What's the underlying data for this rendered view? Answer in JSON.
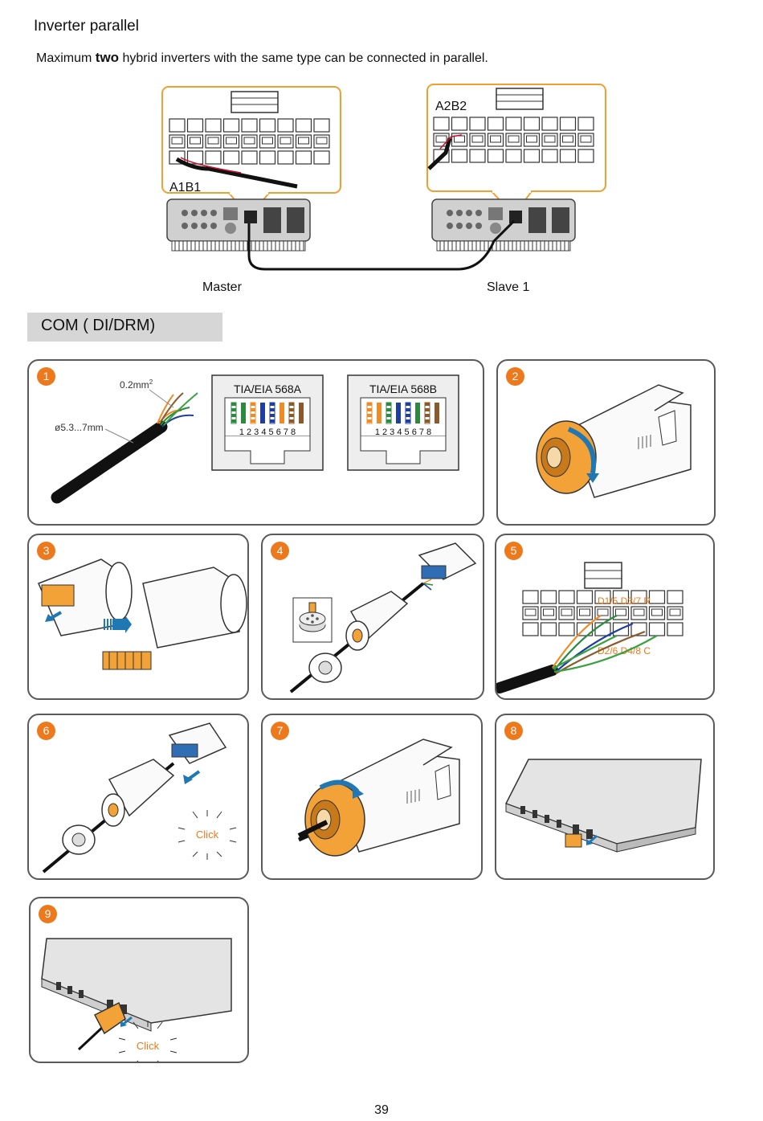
{
  "header": {
    "title": "Inverter parallel",
    "desc_pre": "Maximum ",
    "desc_bold": "two",
    "desc_post": " hybrid inverters with the same type can be connected in parallel."
  },
  "parallel": {
    "master_label": "Master",
    "slave_label": "Slave 1",
    "master_port": "A1B1",
    "slave_port": "A2B2"
  },
  "com_section": {
    "title": "COM ( DI/DRM)"
  },
  "steps": {
    "s1": "1",
    "s2": "2",
    "s3": "3",
    "s4": "4",
    "s5": "5",
    "s6": "6",
    "s7": "7",
    "s8": "8",
    "s9": "9"
  },
  "cable": {
    "wire_size": "0.2mm",
    "wire_size_sup": "2",
    "diameter": "ø5.3...7mm"
  },
  "standards": {
    "a": "TIA/EIA 568A",
    "b": "TIA/EIA 568B",
    "pins": "1 2 3 4 5 6 7 8"
  },
  "terminal": {
    "top_pins": "D1/5 D3/7 R",
    "bottom_pins": "D2/6 D4/8 C"
  },
  "click_label": "Click",
  "page_number": "39",
  "colors": {
    "accent": "#ec7a1c",
    "outline": "#f0a030",
    "panel_border": "#5a5a5a",
    "header_bg": "#d6d6d6"
  }
}
